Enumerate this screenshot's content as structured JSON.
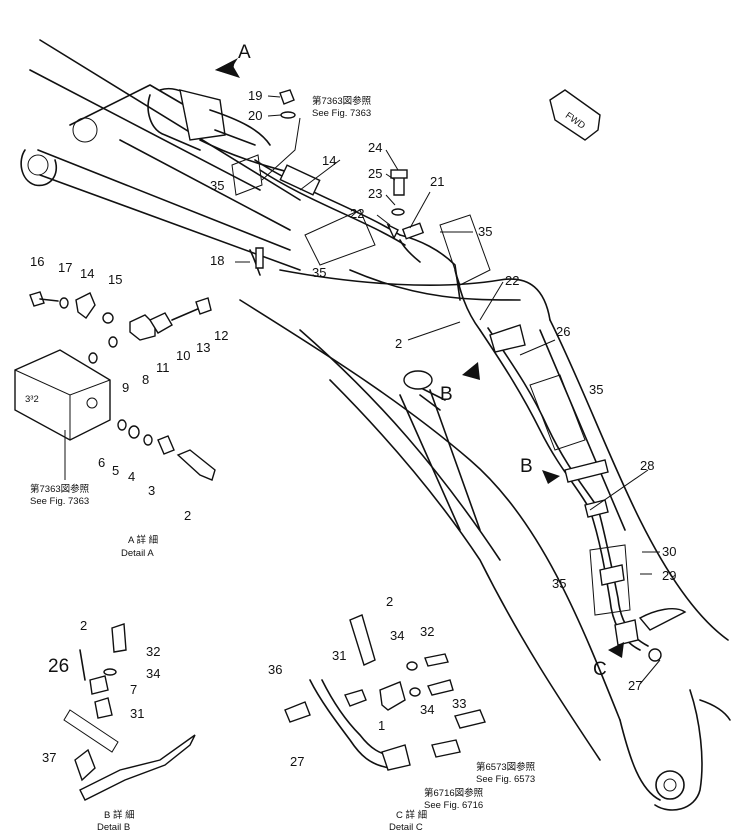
{
  "callouts": {
    "n1": "1",
    "n2": "2",
    "n3": "3",
    "n4": "4",
    "n5": "5",
    "n6": "6",
    "n7": "7",
    "n8": "8",
    "n9": "9",
    "n10": "10",
    "n11": "11",
    "n12": "12",
    "n13": "13",
    "n14": "14",
    "n15": "15",
    "n16": "16",
    "n17": "17",
    "n18": "18",
    "n19": "19",
    "n20": "20",
    "n21": "21",
    "n22": "22",
    "n23": "23",
    "n24": "24",
    "n25": "25",
    "n26": "26",
    "n27": "27",
    "n28": "28",
    "n29": "29",
    "n30": "30",
    "n31": "31",
    "n32": "32",
    "n33": "33",
    "n34": "34",
    "n35": "35",
    "n36": "36",
    "n37": "37"
  },
  "view_labels": {
    "a": "A",
    "b": "B",
    "c": "C"
  },
  "refs": {
    "fig7363_jp": "第7363図参照",
    "fig7363_en": "See Fig. 7363",
    "fig6573_jp": "第6573図参照",
    "fig6573_en": "See Fig. 6573",
    "fig6716_jp": "第6716図参照",
    "fig6716_en": "See Fig. 6716"
  },
  "details": {
    "a_jp": "A 詳 細",
    "a_en": "Detail A",
    "b_jp": "B 詳 細",
    "b_en": "Detail B",
    "c_jp": "C 詳 細",
    "c_en": "Detail C"
  },
  "block_marking": "3³2"
}
